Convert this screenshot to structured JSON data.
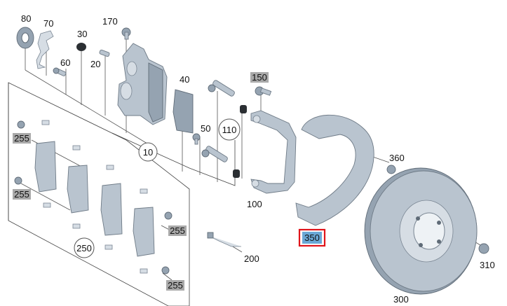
{
  "labels": {
    "p10": "10",
    "p20": "20",
    "p30": "30",
    "p40": "40",
    "p50": "50",
    "p60": "60",
    "p70": "70",
    "p80": "80",
    "p100": "100",
    "p110": "110",
    "p150": "150",
    "p170": "170",
    "p200": "200",
    "p250": "250",
    "p255a": "255",
    "p255b": "255",
    "p255c": "255",
    "p255d": "255",
    "p300": "300",
    "p310": "310",
    "p350": "350",
    "p360": "360"
  },
  "colors": {
    "highlight_frame": "#e0141a",
    "highlight_fill": "#6aa8d6",
    "tag_fill": "#a9a9a9",
    "part_fill": "#b9c4cf"
  }
}
